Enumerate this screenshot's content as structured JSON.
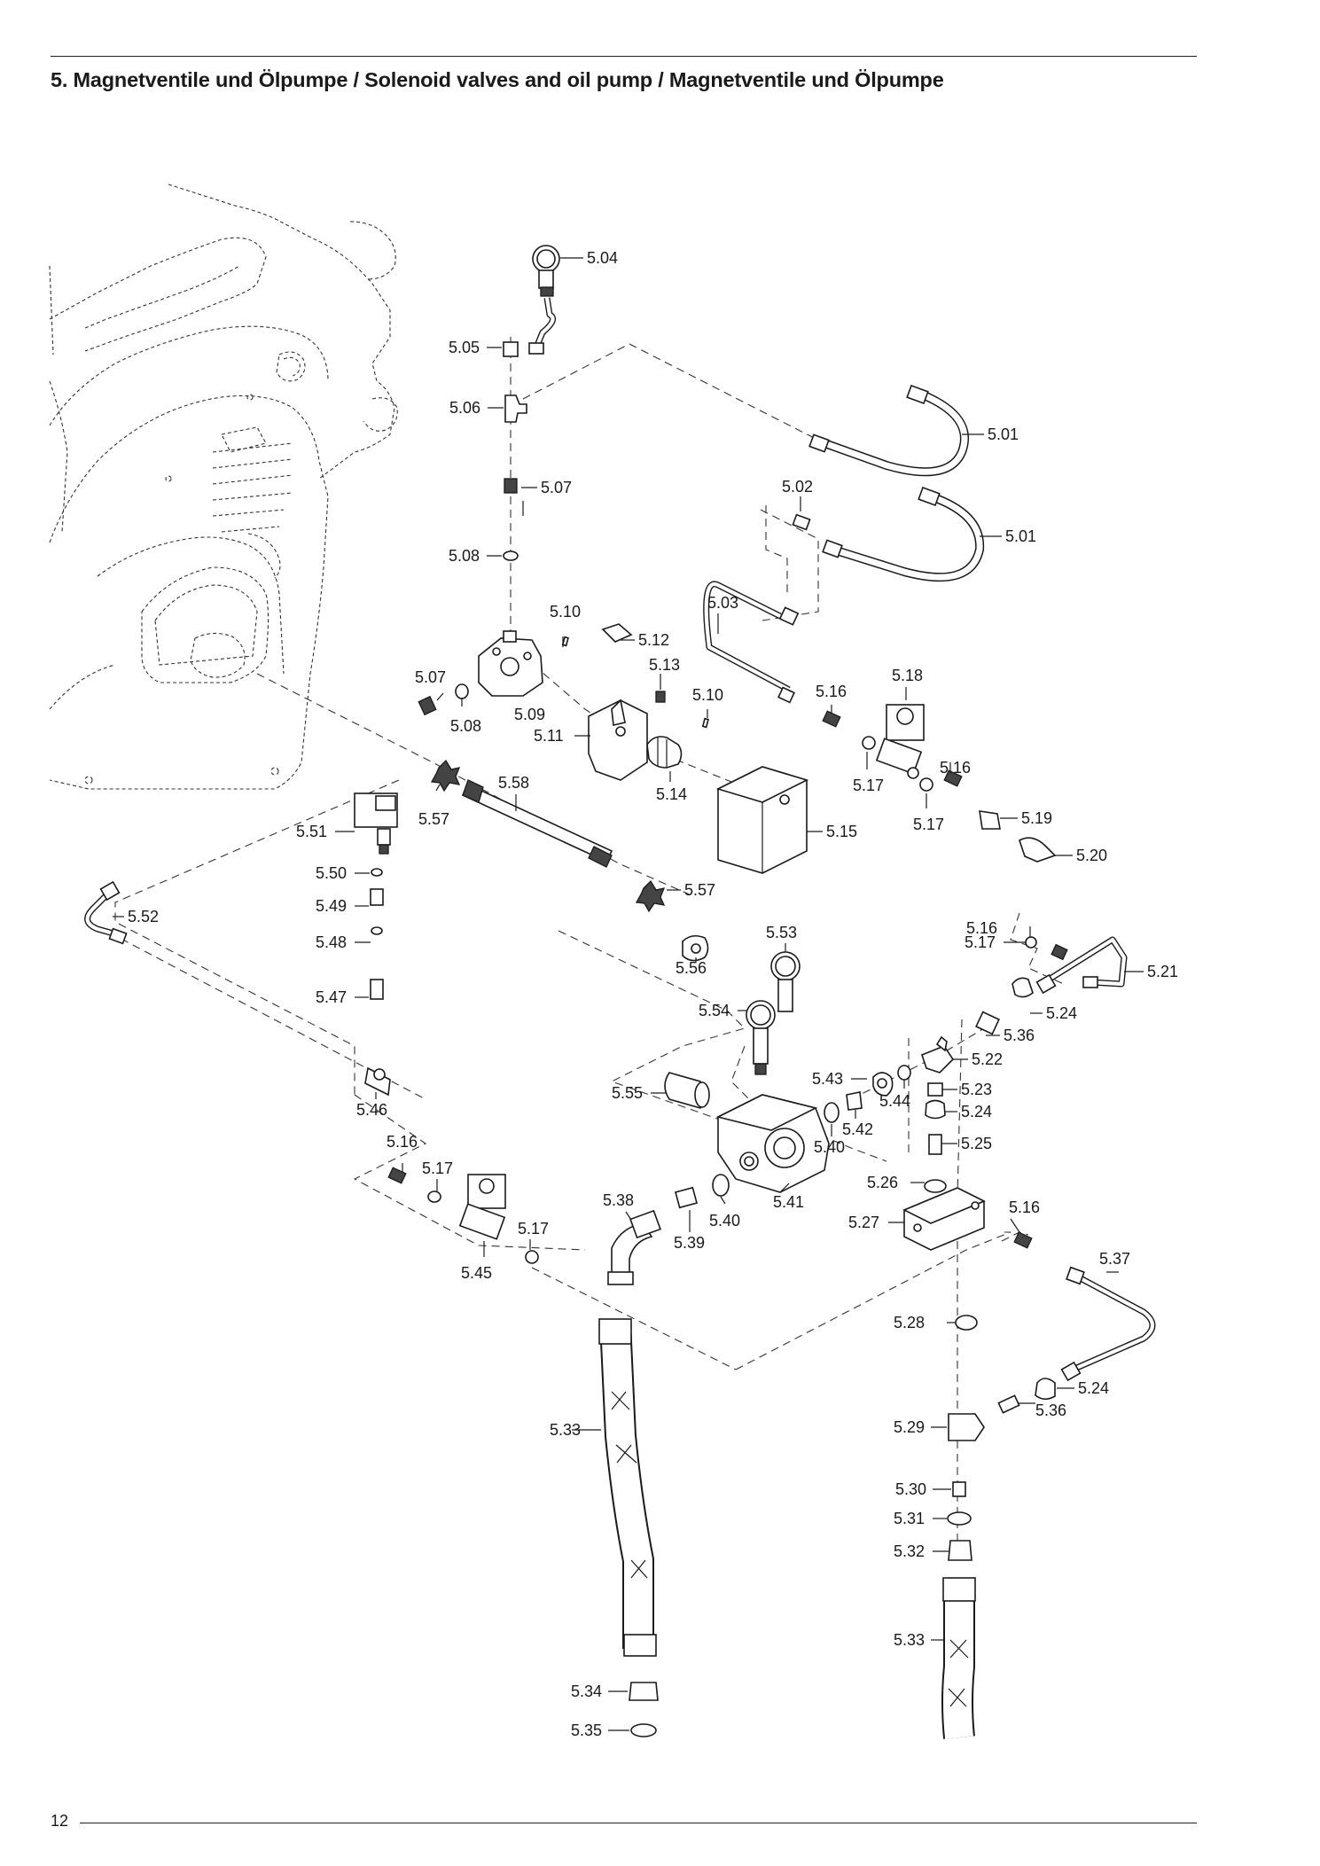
{
  "page": {
    "title": "5. Magnetventile und Ölpumpe / Solenoid valves and oil pump / Magnetventile und Ölpumpe",
    "page_number": "12"
  },
  "callouts": {
    "c5_01a": "5.01",
    "c5_01b": "5.01",
    "c5_02": "5.02",
    "c5_03": "5.03",
    "c5_04": "5.04",
    "c5_05": "5.05",
    "c5_06": "5.06",
    "c5_07a": "5.07",
    "c5_07b": "5.07",
    "c5_08a": "5.08",
    "c5_08b": "5.08",
    "c5_09": "5.09",
    "c5_10a": "5.10",
    "c5_10b": "5.10",
    "c5_11": "5.11",
    "c5_12": "5.12",
    "c5_13": "5.13",
    "c5_14": "5.14",
    "c5_15": "5.15",
    "c5_16a": "5.16",
    "c5_16b": "5.16",
    "c5_16c": "5.16",
    "c5_16d": "5.16",
    "c5_16e": "5.16",
    "c5_17a": "5.17",
    "c5_17b": "5.17",
    "c5_17c": "5.17",
    "c5_17d": "5.17",
    "c5_17e": "5.17",
    "c5_18": "5.18",
    "c5_19": "5.19",
    "c5_20": "5.20",
    "c5_21": "5.21",
    "c5_22": "5.22",
    "c5_23": "5.23",
    "c5_24a": "5.24",
    "c5_24b": "5.24",
    "c5_24c": "5.24",
    "c5_25": "5.25",
    "c5_26": "5.26",
    "c5_27": "5.27",
    "c5_28": "5.28",
    "c5_29": "5.29",
    "c5_30": "5.30",
    "c5_31": "5.31",
    "c5_32": "5.32",
    "c5_33a": "5.33",
    "c5_33b": "5.33",
    "c5_34": "5.34",
    "c5_35": "5.35",
    "c5_36a": "5.36",
    "c5_36b": "5.36",
    "c5_37": "5.37",
    "c5_38": "5.38",
    "c5_39": "5.39",
    "c5_40a": "5.40",
    "c5_40b": "5.40",
    "c5_41": "5.41",
    "c5_42": "5.42",
    "c5_43": "5.43",
    "c5_44": "5.44",
    "c5_45": "5.45",
    "c5_46": "5.46",
    "c5_47": "5.47",
    "c5_48": "5.48",
    "c5_49": "5.49",
    "c5_50": "5.50",
    "c5_51": "5.51",
    "c5_52": "5.52",
    "c5_53": "5.53",
    "c5_54": "5.54",
    "c5_55": "5.55",
    "c5_56": "5.56",
    "c5_57a": "5.57",
    "c5_57b": "5.57",
    "c5_58": "5.58"
  }
}
